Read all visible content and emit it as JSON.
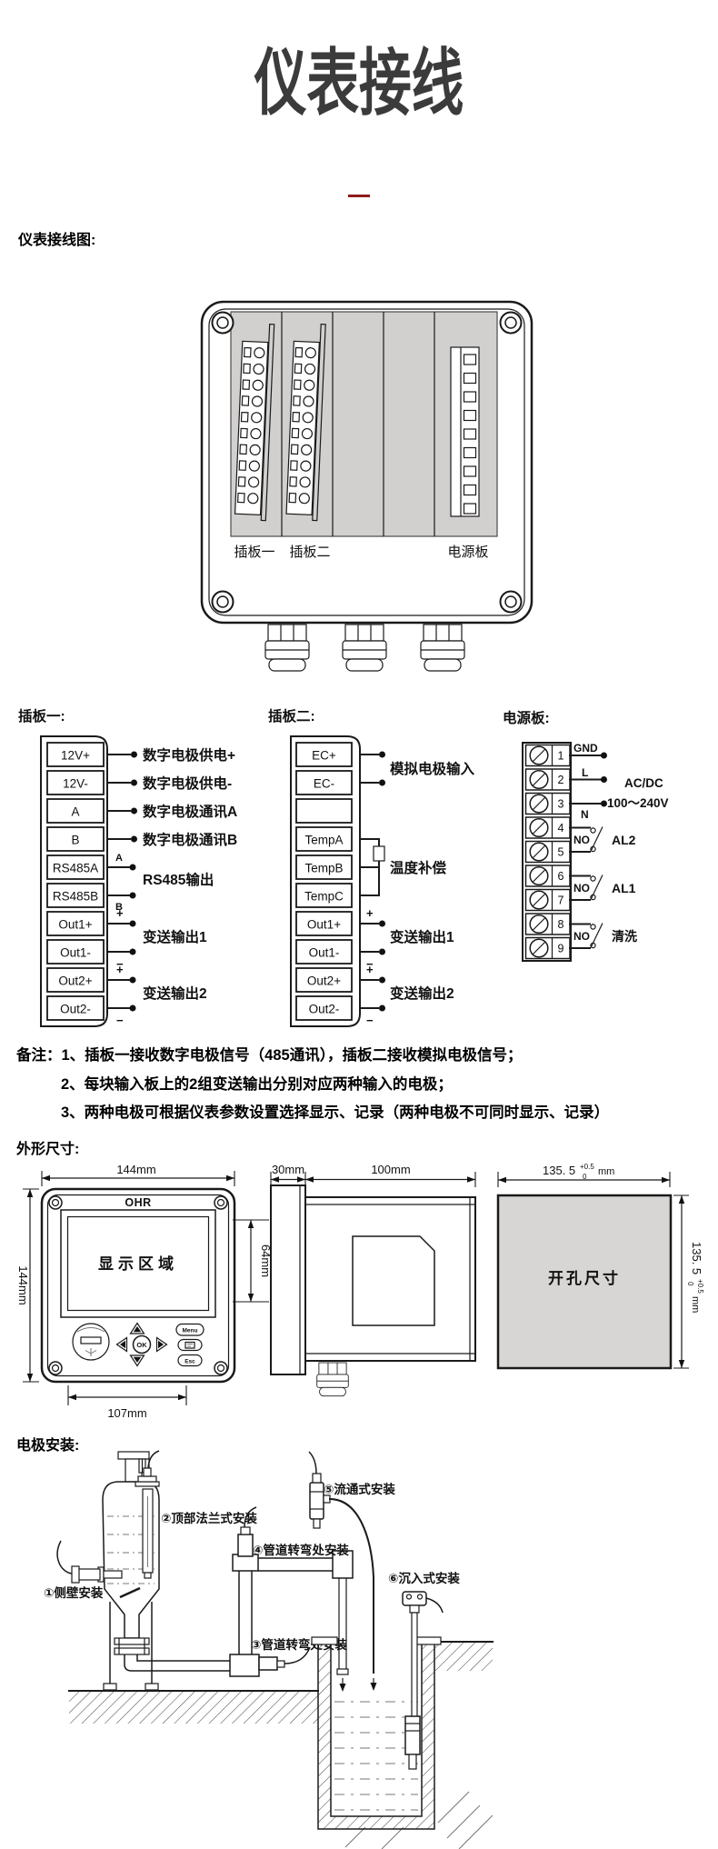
{
  "page": {
    "title": "仪表接线",
    "accent_color": "#8e1a1c"
  },
  "headers": {
    "wiring_diagram": "仪表接线图:",
    "dimensions": "外形尺寸:",
    "installation": "电极安装:"
  },
  "device": {
    "board1": "插板一",
    "board2": "插板二",
    "power": "电源板"
  },
  "symbols": {
    "plus": "+",
    "minus": "−",
    "wire_a": "A",
    "wire_b": "B"
  },
  "board1": {
    "label": "插板一:",
    "terminals": [
      "12V+",
      "12V-",
      "A",
      "B",
      "RS485A",
      "RS485B",
      "Out1+",
      "Out1-",
      "Out2+",
      "Out2-"
    ],
    "ann_power_plus": "数字电极供电+",
    "ann_power_minus": "数字电极供电-",
    "ann_comm_a": "数字电极通讯A",
    "ann_comm_b": "数字电极通讯B",
    "ann_rs485": "RS485输出",
    "ann_out1": "变送输出1",
    "ann_out2": "变送输出2"
  },
  "board2": {
    "label": "插板二:",
    "terminals": [
      "EC+",
      "EC-",
      "",
      "TempA",
      "TempB",
      "TempC",
      "Out1+",
      "Out1-",
      "Out2+",
      "Out2-"
    ],
    "ann_input": "模拟电极输入",
    "ann_temp": "温度补偿",
    "ann_out1": "变送输出1",
    "ann_out2": "变送输出2"
  },
  "power": {
    "label": "电源板:",
    "terminals": [
      "1",
      "2",
      "3",
      "4",
      "5",
      "6",
      "7",
      "8",
      "9"
    ],
    "gnd": "GND",
    "line": "L",
    "neutral": "N",
    "acdc1": "AC/DC",
    "acdc2": "100～240V",
    "no": "NO",
    "al2": "AL2",
    "al1": "AL1",
    "clean": "清洗"
  },
  "notes": {
    "prefix": "备注：",
    "item1": "1、插板一接收数字电极信号（485通讯），插板二接收模拟电极信号；",
    "item2": "2、每块输入板上的2组变送输出分别对应两种输入的电极；",
    "item3": "3、两种电极可根据仪表参数设置选择显示、记录（两种电极不可同时显示、记录）"
  },
  "dims": {
    "front_width": "144mm",
    "front_height": "144mm",
    "brand": "OHR",
    "display_area": "显示区域",
    "screen_height": "64mm",
    "bottom_width": "107mm",
    "panel_depth": "30mm",
    "body_depth": "100mm",
    "cutout_label": "开孔尺寸",
    "cutout_value": "135. 5",
    "tol_plus": "+0.5",
    "tol_zero": "0",
    "unit": "mm",
    "btn_menu": "Menu",
    "btn_ok": "OK",
    "btn_esc": "Esc"
  },
  "install": {
    "label1": "①侧壁安装",
    "label2": "②顶部法兰式安装",
    "label3": "③管道转弯处安装",
    "label4": "④管道转弯处安装",
    "label5": "⑤流通式安装",
    "label6": "⑥沉入式安装"
  }
}
